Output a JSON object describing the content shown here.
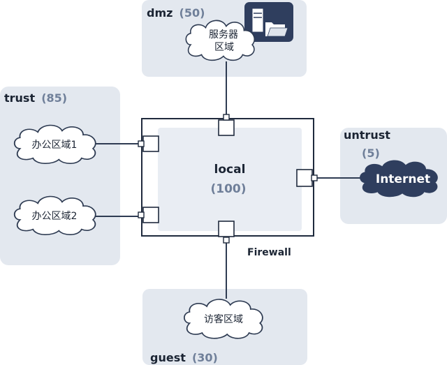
{
  "zones": {
    "dmz": {
      "name": "dmz",
      "priority": "(50)",
      "node_label_line1": "服务器",
      "node_label_line2": "区域"
    },
    "trust": {
      "name": "trust",
      "priority": "(85)",
      "node1_label": "办公区域1",
      "node2_label": "办公区域2"
    },
    "untrust": {
      "name": "untrust",
      "priority": "(5)",
      "node_label": "Internet"
    },
    "guest": {
      "name": "guest",
      "priority": "(30)",
      "node_label": "访客区域"
    },
    "local": {
      "name": "local",
      "priority": "(100)"
    }
  },
  "device": {
    "label": "Firewall"
  },
  "icons": {
    "server": "server-folder-icon"
  },
  "colors": {
    "zone_bg": "#e3e8ef",
    "dark_cloud": "#2f3e5e",
    "priority_text": "#6f7f99"
  }
}
